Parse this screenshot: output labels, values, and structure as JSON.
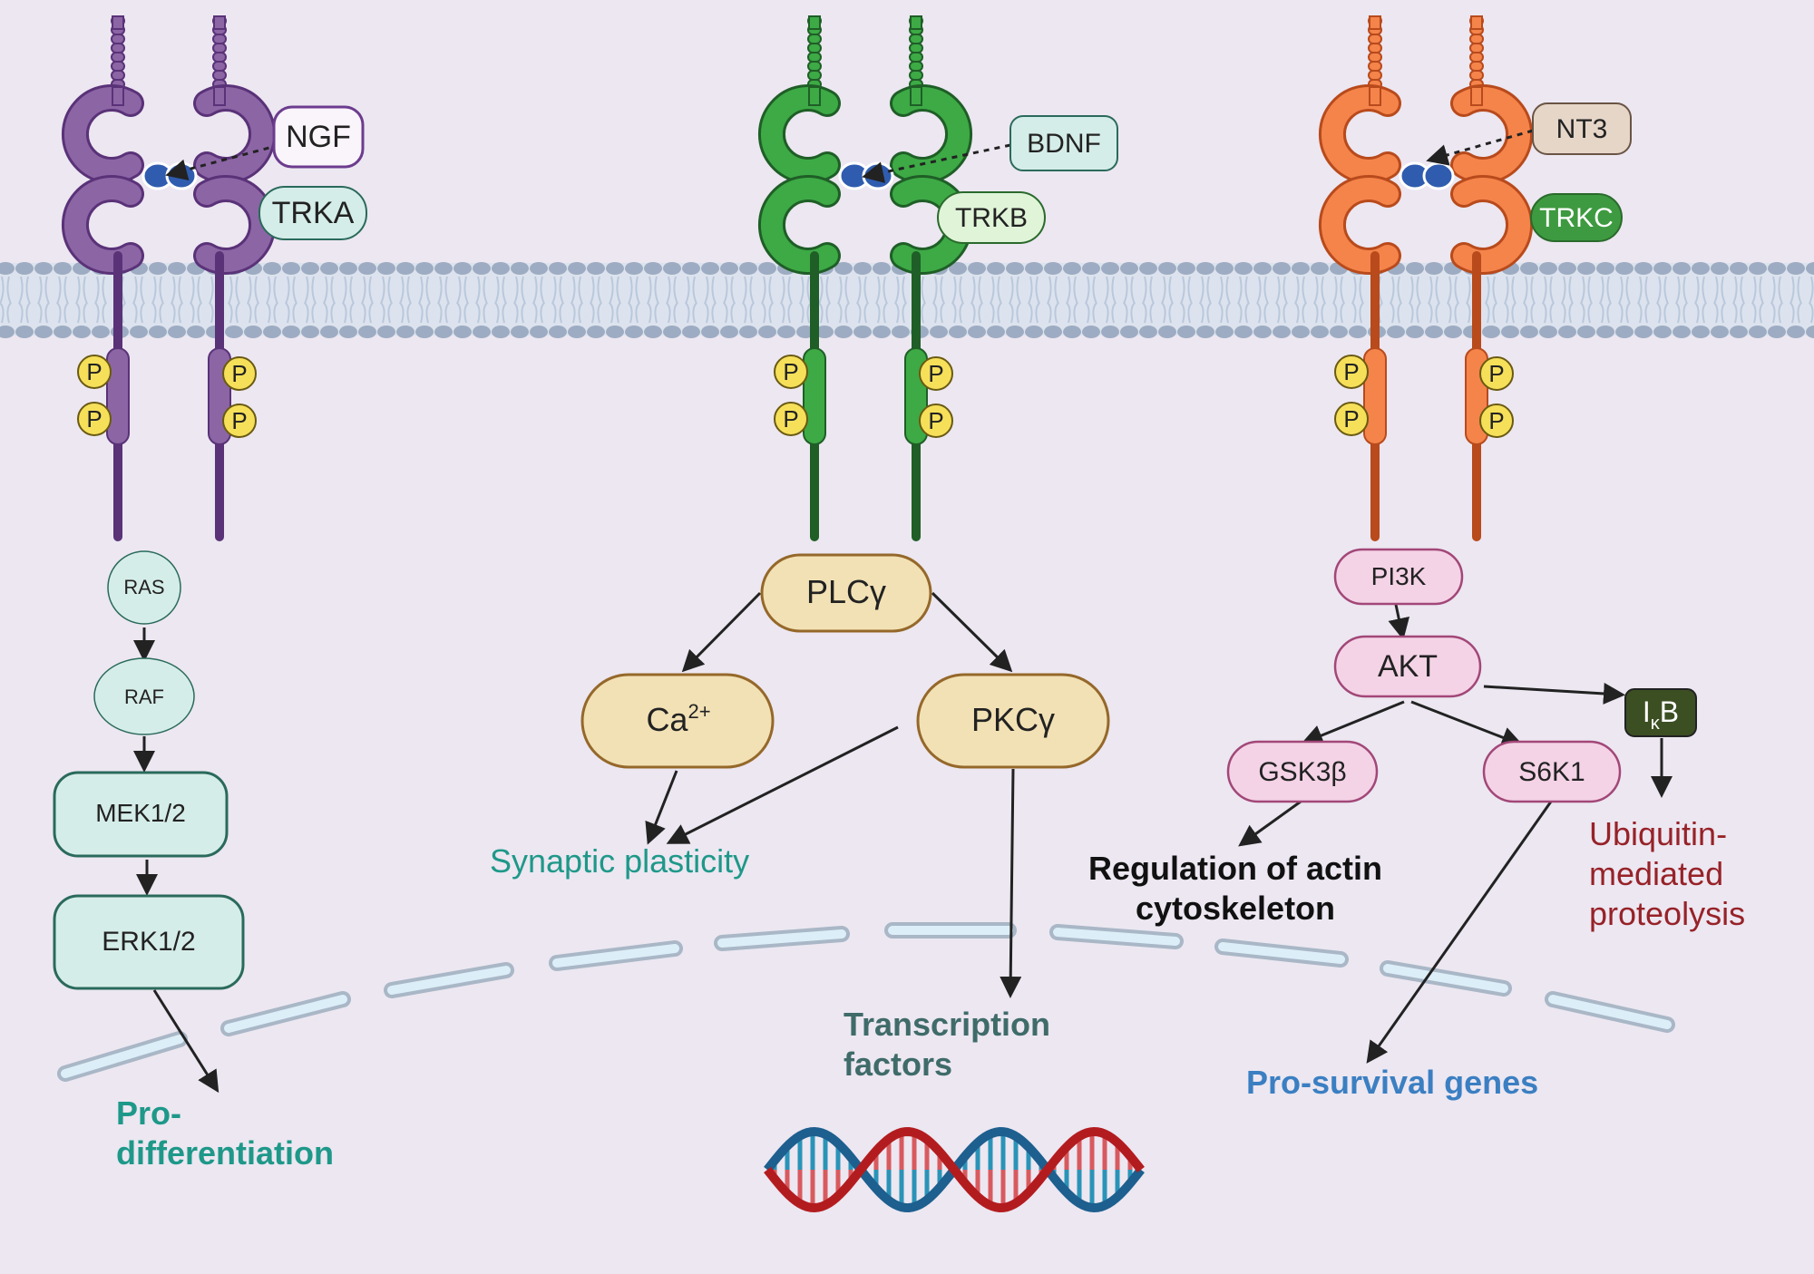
{
  "colors": {
    "background": "#ece7f1",
    "trka_light": "#8c65a5",
    "trka_dark": "#5a3278",
    "trkb_light": "#3daa45",
    "trkb_dark": "#1f5e27",
    "trkc_light": "#f4844a",
    "trkc_dark": "#b84a1c",
    "teal_node": "#d5ede8",
    "teal_border": "#2a6a5c",
    "tan_node": "#f2e1b5",
    "tan_border": "#95682a",
    "pink_node": "#f4d3e6",
    "pink_border": "#a24778",
    "ikb_fill": "#3c4f23",
    "teal_text": "#1e9889",
    "dark_teal_text": "#3f6b69",
    "blue_text": "#3b7fc2",
    "red_text": "#972228"
  },
  "receptors": {
    "trka": {
      "label": "TRKA",
      "ligand": "NGF"
    },
    "trkb": {
      "label": "TRKB",
      "ligand": "BDNF"
    },
    "trkc": {
      "label": "TRKC",
      "ligand": "NT3"
    }
  },
  "phospho_label": "P",
  "nodes": {
    "ras": "RAS",
    "raf": "RAF",
    "mek": "MEK1/2",
    "erk": "ERK1/2",
    "plcg": "PLCγ",
    "ca_base": "Ca",
    "ca_sup": "2+",
    "pkcg": "PKCγ",
    "pi3k": "PI3K",
    "akt": "AKT",
    "gsk3b": "GSK3β",
    "s6k1": "S6K1",
    "ikb_base": "I",
    "ikb_sub": "κ",
    "ikb_end": "B"
  },
  "outcomes": {
    "pro_diff_line1": "Pro-",
    "pro_diff_line2": "differentiation",
    "synaptic": "Synaptic plasticity",
    "transcription_line1": "Transcription",
    "transcription_line2": "factors",
    "actin_line1": "Regulation of actin",
    "actin_line2": "cytoskeleton",
    "pro_survival": "Pro-survival genes",
    "ubiq_line1": "Ubiquitin-",
    "ubiq_line2": "mediated",
    "ubiq_line3": "proteolysis"
  }
}
